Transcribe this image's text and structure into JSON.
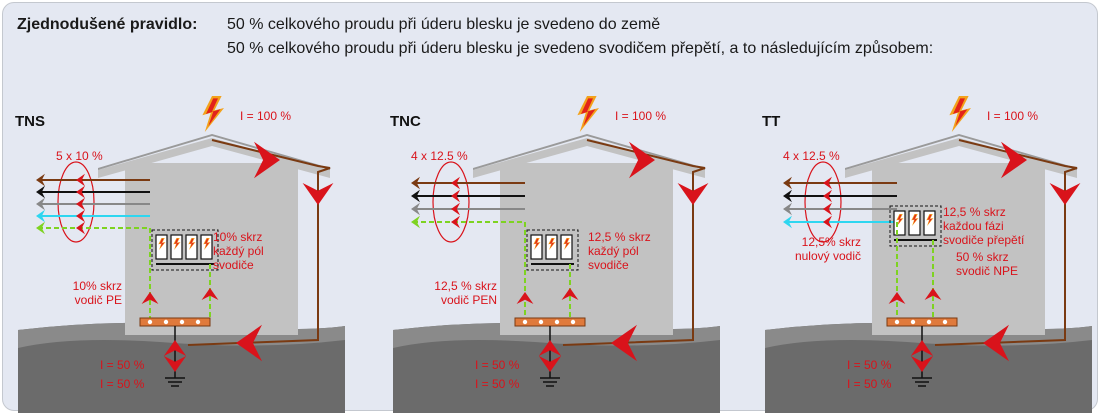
{
  "header": {
    "title": "Zjednodušené pravidlo:",
    "line1": "50 % celkového proudu při úderu blesku je svedeno do země",
    "line2": "50 % celkového proudu při úderu blesku je svedeno svodičem přepětí, a to následujícím způsobem:"
  },
  "colors": {
    "red": "#d9131b",
    "brown": "#7a3a12",
    "house": "#c2c2c2",
    "ground": "#6b6b6b",
    "green_dashed": "#7ed321",
    "cyan": "#2ed6f0",
    "bar": "#e07a3c"
  },
  "panels": [
    {
      "system": "TNS",
      "lightning_current": "I = 100 %",
      "split_label": "5 x 10 %",
      "spd_label": [
        "10% skrz",
        "každý pól",
        "svodiče"
      ],
      "pe_label": [
        "10% skrz",
        "vodič PE"
      ],
      "ground_current_1": "I = 50 %",
      "ground_current_2": "I = 50 %",
      "conductors": 5,
      "spd_poles": 4
    },
    {
      "system": "TNC",
      "lightning_current": "I = 100 %",
      "split_label": "4 x 12.5 %",
      "spd_label": [
        "12,5 % skrz",
        "každý pól",
        "svodiče"
      ],
      "pe_label": [
        "12,5 % skrz",
        "vodič PEN"
      ],
      "ground_current_1": "I = 50 %",
      "ground_current_2": "I = 50 %",
      "conductors": 4,
      "spd_poles": 3
    },
    {
      "system": "TT",
      "lightning_current": "I = 100 %",
      "split_label": "4 x 12.5 %",
      "spd_label": [
        "12,5 % skrz",
        "každou fázi",
        "svodiče přepětí"
      ],
      "neutral_label": [
        "12,5% skrz",
        "nulový vodič"
      ],
      "npe_label": [
        "50 % skrz",
        "svodič NPE"
      ],
      "ground_current_1": "I = 50 %",
      "ground_current_2": "I = 50 %",
      "conductors": 4,
      "spd_poles": 3
    }
  ]
}
